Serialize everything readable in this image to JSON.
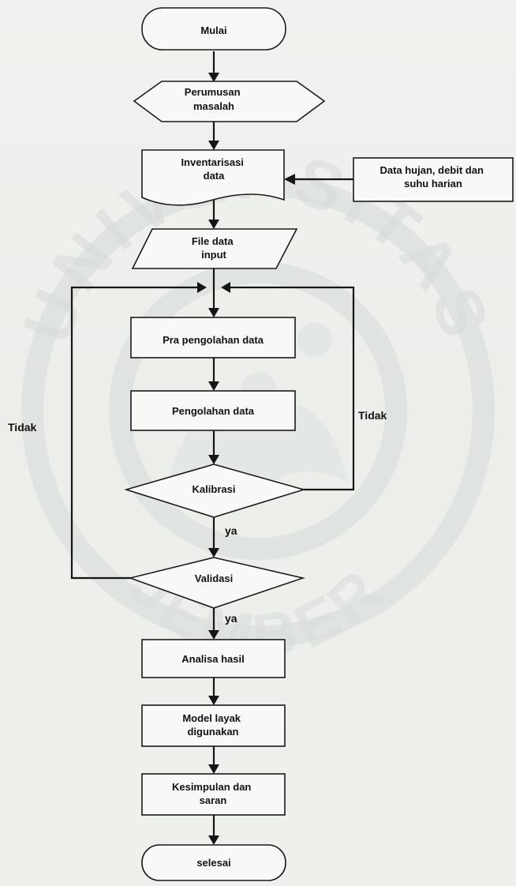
{
  "diagram": {
    "nodes": {
      "mulai": [
        "Mulai"
      ],
      "perumusan": [
        "Perumusan",
        "masalah"
      ],
      "inventarisasi": [
        "Inventarisasi",
        "data"
      ],
      "datasource": [
        "Data hujan, debit dan",
        "suhu harian"
      ],
      "file": [
        "File data",
        "input"
      ],
      "pra": [
        "Pra pengolahan data"
      ],
      "pengolahan": [
        "Pengolahan data"
      ],
      "kalibrasi": [
        "Kalibrasi"
      ],
      "validasi": [
        "Validasi"
      ],
      "analisa": [
        "Analisa hasil"
      ],
      "model": [
        "Model layak",
        "digunakan"
      ],
      "kesimpulan": [
        "Kesimpulan dan",
        "saran"
      ],
      "selesai": [
        "selesai"
      ]
    },
    "edge_labels": {
      "kalibrasi_yes": "ya",
      "validasi_yes": "ya",
      "kalibrasi_no": "Tidak",
      "validasi_no": "Tidak"
    }
  },
  "watermark": {
    "top_text": "UNIVERSITAS",
    "bottom_text": "JEMBER"
  }
}
